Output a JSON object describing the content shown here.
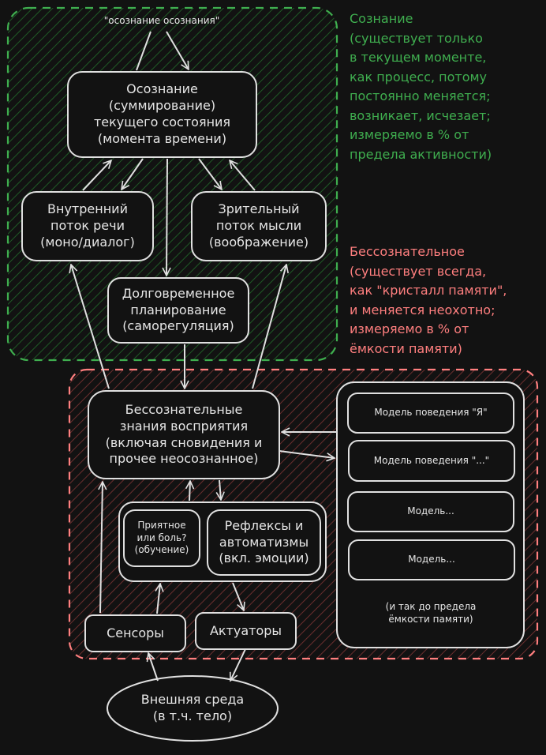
{
  "colors": {
    "background": "#121212",
    "conscious_accent": "#3fae4f",
    "unconscious_accent": "#ff7f7f",
    "stroke": "#e0e0e0"
  },
  "notes": {
    "conscious": "Сознание\n(существует только\nв текущем моменте,\nкак процесс, потому\nпостоянно меняется;\nвозникает, исчезает;\nизмеряемо в % от\nпредела активности)",
    "unconscious": "Бессознательное\n(существует всегда,\nкак \"кристалл памяти\",\nи меняется неохотно;\nизмеряемо в % от\nёмкости памяти)"
  },
  "nodes": {
    "meta_awareness": "\"осознание осознания\"",
    "awareness": "Осознание\n(суммирование)\nтекущего состояния\n(момента времени)",
    "inner_speech": "Внутренний\nпоток речи\n(моно/диалог)",
    "visual_thought": "Зрительный\nпоток мысли\n(воображение)",
    "long_term_planning": "Долговременное\nпланирование\n(саморегуляция)",
    "unconscious_knowledge": "Бессознательные\nзнания восприятия\n(включая сновидения и\nпрочее неосознанное)",
    "pleasure_pain": "Приятное\nили боль?\n(обучение)",
    "reflexes": "Рефлексы и\nавтоматизмы\n(вкл. эмоции)",
    "sensors": "Сенсоры",
    "actuators": "Актуаторы",
    "environment": "Внешняя среда\n(в т.ч. тело)"
  },
  "models": {
    "items": [
      "Модель поведения \"Я\"",
      "Модель поведения \"...\"",
      "Модель...",
      "Модель..."
    ],
    "footer": "(и так до предела\nёмкости памяти)"
  }
}
